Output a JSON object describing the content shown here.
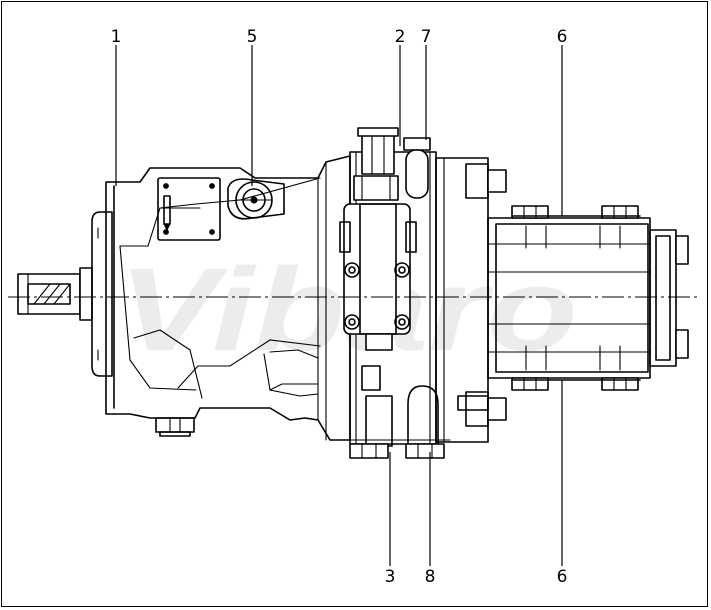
{
  "drawing": {
    "watermark": "Vibaro",
    "callouts": [
      {
        "id": "1",
        "label": "1"
      },
      {
        "id": "5",
        "label": "5"
      },
      {
        "id": "2",
        "label": "2"
      },
      {
        "id": "7",
        "label": "7"
      },
      {
        "id": "6-top",
        "label": "6"
      },
      {
        "id": "3",
        "label": "3"
      },
      {
        "id": "8",
        "label": "8"
      },
      {
        "id": "6-bottom",
        "label": "6"
      }
    ]
  }
}
